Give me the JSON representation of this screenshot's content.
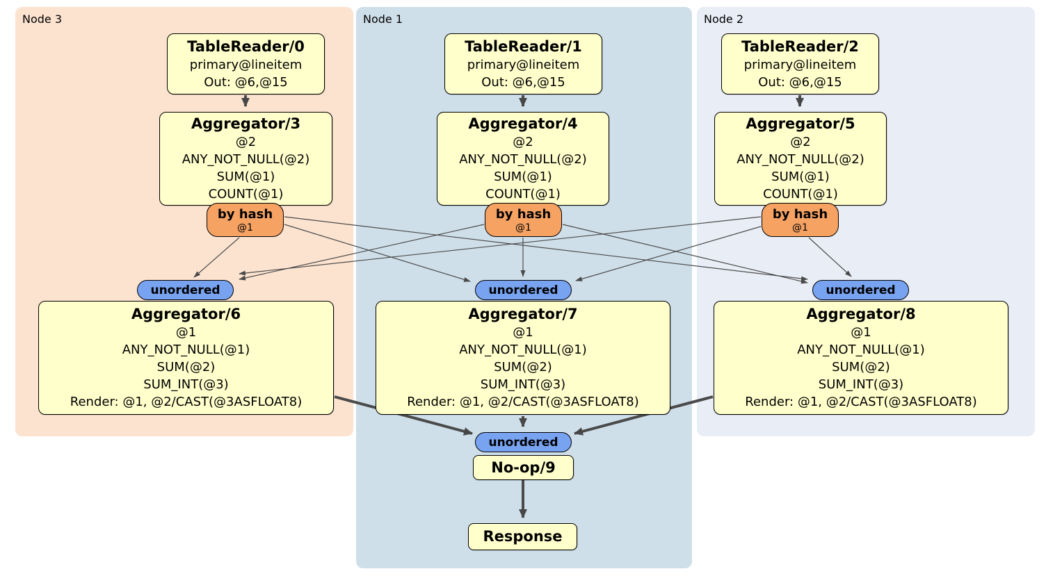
{
  "regions": [
    {
      "label": "Node 3"
    },
    {
      "label": "Node 1"
    },
    {
      "label": "Node 2"
    }
  ],
  "nodes": {
    "tr0": {
      "title": "TableReader/0",
      "lines": [
        "primary@lineitem",
        "Out: @6,@15"
      ]
    },
    "tr1": {
      "title": "TableReader/1",
      "lines": [
        "primary@lineitem",
        "Out: @6,@15"
      ]
    },
    "tr2": {
      "title": "TableReader/2",
      "lines": [
        "primary@lineitem",
        "Out: @6,@15"
      ]
    },
    "agg3": {
      "title": "Aggregator/3",
      "lines": [
        "@2",
        "ANY_NOT_NULL(@2)",
        "SUM(@1)",
        "COUNT(@1)"
      ]
    },
    "agg4": {
      "title": "Aggregator/4",
      "lines": [
        "@2",
        "ANY_NOT_NULL(@2)",
        "SUM(@1)",
        "COUNT(@1)"
      ]
    },
    "agg5": {
      "title": "Aggregator/5",
      "lines": [
        "@2",
        "ANY_NOT_NULL(@2)",
        "SUM(@1)",
        "COUNT(@1)"
      ]
    },
    "agg6": {
      "title": "Aggregator/6",
      "lines": [
        "@1",
        "ANY_NOT_NULL(@1)",
        "SUM(@2)",
        "SUM_INT(@3)",
        "Render: @1, @2/CAST(@3ASFLOAT8)"
      ]
    },
    "agg7": {
      "title": "Aggregator/7",
      "lines": [
        "@1",
        "ANY_NOT_NULL(@1)",
        "SUM(@2)",
        "SUM_INT(@3)",
        "Render: @1, @2/CAST(@3ASFLOAT8)"
      ]
    },
    "agg8": {
      "title": "Aggregator/8",
      "lines": [
        "@1",
        "ANY_NOT_NULL(@1)",
        "SUM(@2)",
        "SUM_INT(@3)",
        "Render: @1, @2/CAST(@3ASFLOAT8)"
      ]
    },
    "noop": {
      "title": "No-op/9"
    },
    "response": {
      "title": "Response"
    }
  },
  "router": {
    "label": "by hash",
    "sub": "@1"
  },
  "sync": {
    "label": "unordered"
  },
  "colors": {
    "region_node3_bg": "#fce3d0",
    "region_node1_bg": "#cfdfe9",
    "region_node2_bg": "#e9edf5",
    "processor_box_bg": "#ffffcc",
    "router_bg": "#f5a263",
    "sync_bg": "#78a3f1",
    "edge": "#4a4a4a"
  }
}
